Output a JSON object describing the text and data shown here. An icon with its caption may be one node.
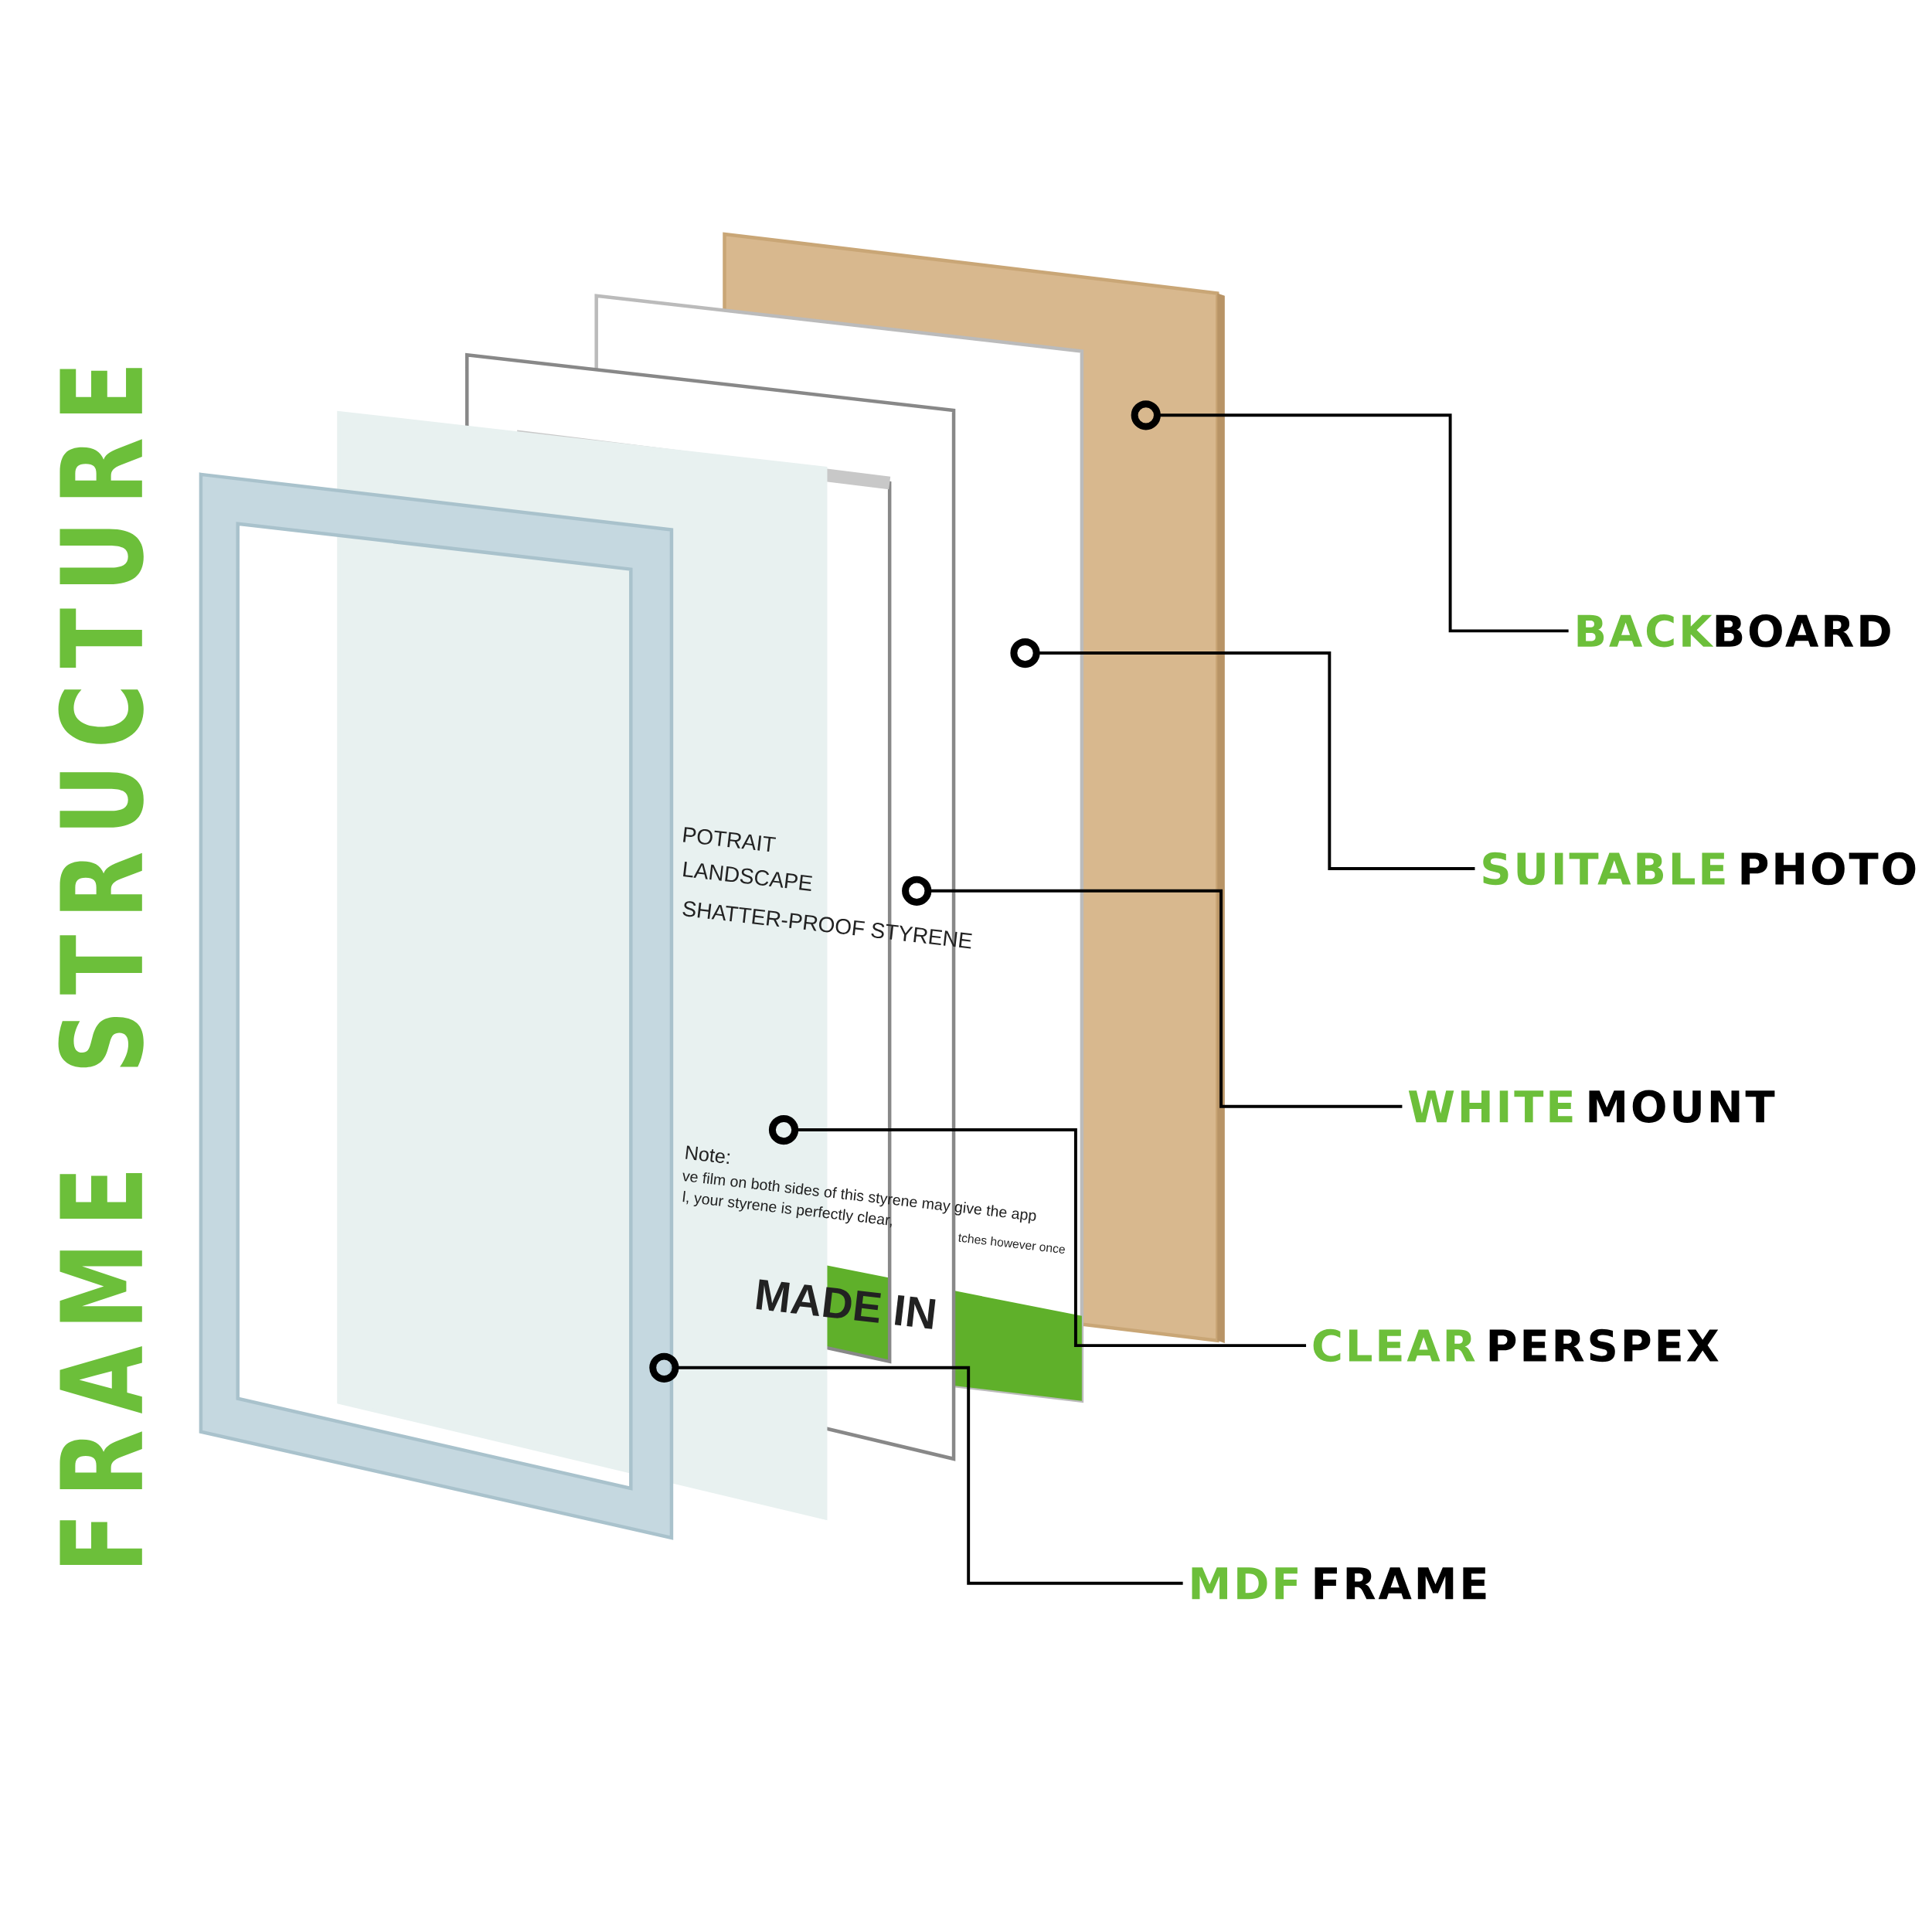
{
  "diagram": {
    "title": "FRAME STRUCTURE",
    "nodes": [
      {
        "text": [
          "BACK",
          "BOARD"
        ]
      },
      {
        "text": [
          "SUITABLE",
          "PHOTO"
        ]
      },
      {
        "text": [
          "WHITE",
          "MOUNT"
        ]
      },
      {
        "text": [
          "CLEAR",
          "PERSPEX"
        ]
      },
      {
        "text": [
          "MDF",
          "FRAME"
        ]
      },
      {
        "text": [],
        "shape": "picture"
      },
      {
        "text": [],
        "shape": "picture"
      },
      {
        "text": [],
        "shape": "picture"
      },
      {
        "text": [],
        "shape": "picture"
      },
      {
        "text": [],
        "shape": "picture"
      }
    ],
    "edges": [
      {
        "from": 0,
        "to": 5,
        "arrow": "other"
      },
      {
        "from": 1,
        "to": 6,
        "arrow": "other"
      },
      {
        "from": 2,
        "to": 7,
        "arrow": "other"
      },
      {
        "from": 3,
        "to": 8,
        "arrow": "other"
      },
      {
        "from": 4,
        "to": 9,
        "arrow": "other"
      }
    ],
    "labels": [
      "POTRAIT",
      "LANDSCAPE",
      "SHATTER-PROOF STYRENE",
      "Note:",
      "ve film on both sides of this styrene may give the app",
      "l, your styrene is perfectly clear,",
      "tches however once",
      "MADE IN"
    ]
  }
}
